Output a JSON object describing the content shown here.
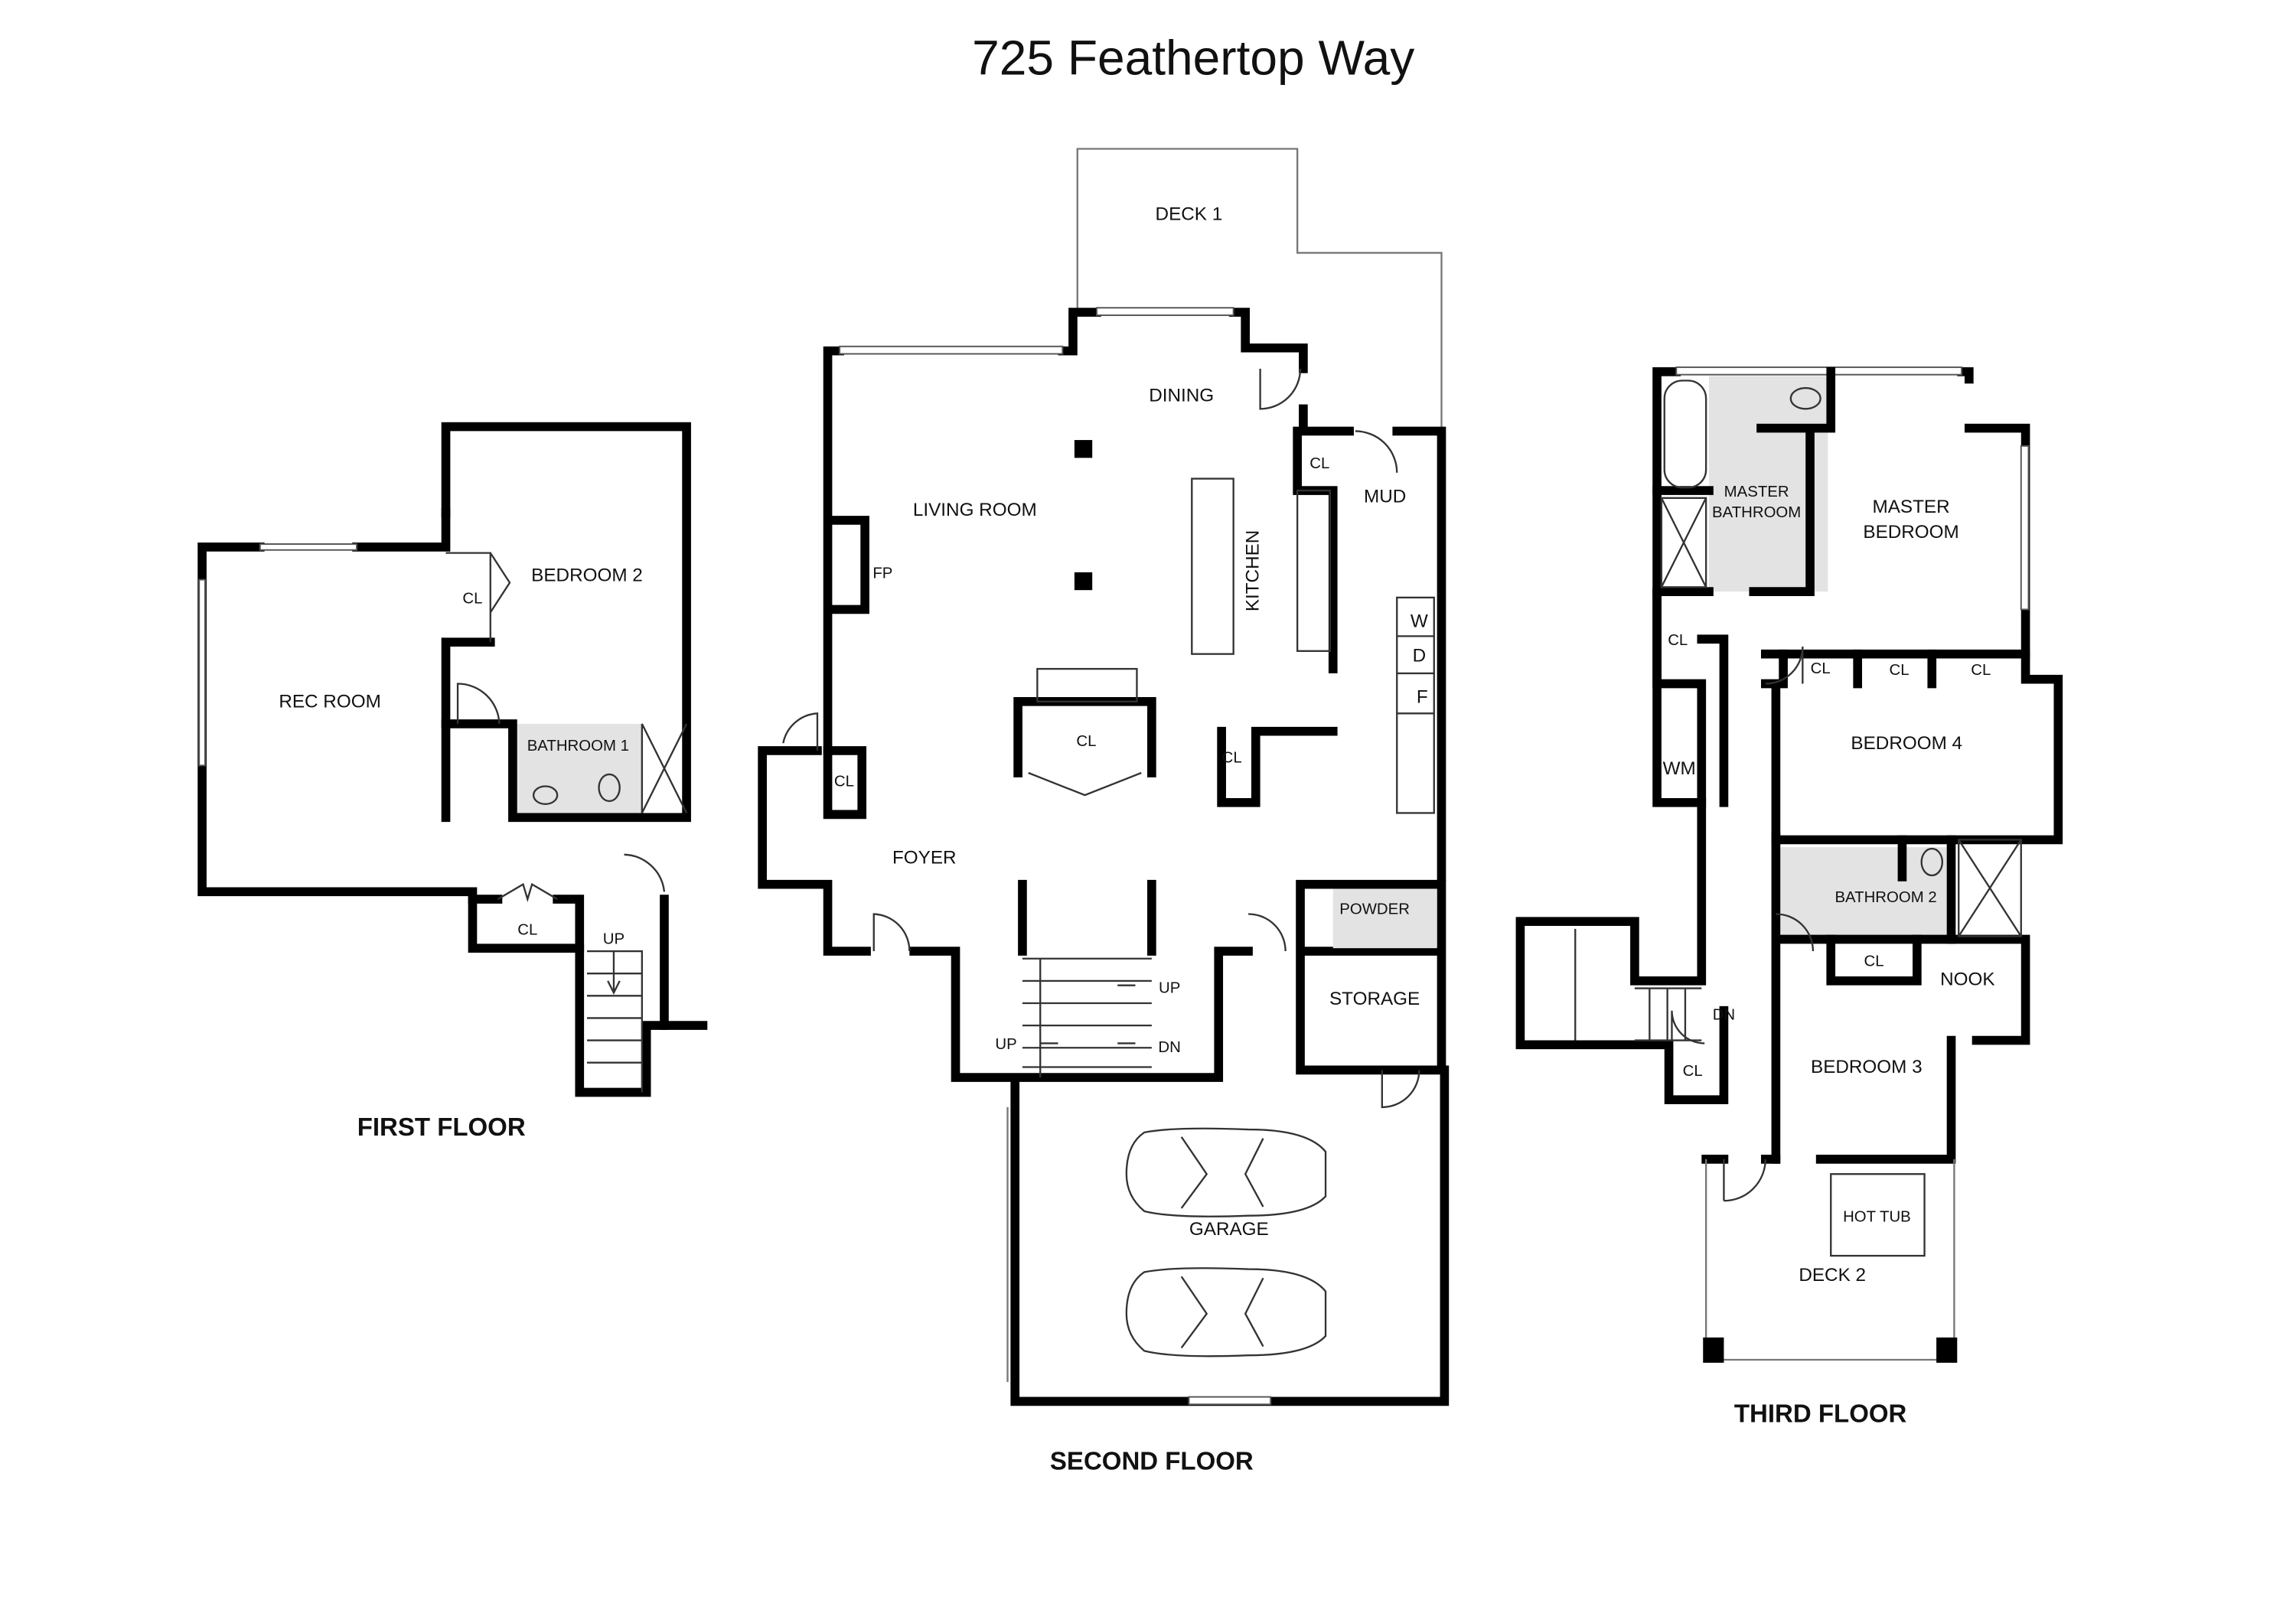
{
  "title": "725 Feathertop Way",
  "floors": {
    "first": {
      "label": "FIRST FLOOR",
      "rooms": {
        "rec_room": "REC ROOM",
        "bedroom2": "BEDROOM 2",
        "bathroom1": "BATHROOM 1",
        "closet_a": "CL",
        "closet_b": "CL",
        "stairs": "UP"
      }
    },
    "second": {
      "label": "SECOND FLOOR",
      "rooms": {
        "deck1": "DECK 1",
        "dining": "DINING",
        "living_room": "LIVING ROOM",
        "fireplace": "FP",
        "kitchen": "KITCHEN",
        "mud": "MUD",
        "closet_mud": "CL",
        "washer": "W",
        "dryer": "D",
        "fridge": "F",
        "closet_center": "CL",
        "closet_kitchen": "CL",
        "closet_foyer": "CL",
        "foyer": "FOYER",
        "powder": "POWDER",
        "storage": "STORAGE",
        "garage": "GARAGE",
        "stairs_up_1": "UP",
        "stairs_up_2": "UP",
        "stairs_dn": "DN"
      }
    },
    "third": {
      "label": "THIRD FLOOR",
      "rooms": {
        "master_bathroom_1": "MASTER",
        "master_bathroom_2": "BATHROOM",
        "master_bedroom_1": "MASTER",
        "master_bedroom_2": "BEDROOM",
        "closet_1": "CL",
        "closet_2": "CL",
        "closet_3": "CL",
        "closet_4": "CL",
        "bedroom4": "BEDROOM 4",
        "wm": "WM",
        "bathroom2": "BATHROOM 2",
        "closet_5": "CL",
        "nook": "NOOK",
        "bedroom3": "BEDROOM 3",
        "stairs_dn": "DN",
        "closet_6": "CL",
        "hot_tub": "HOT TUB",
        "deck2": "DECK 2"
      }
    }
  }
}
